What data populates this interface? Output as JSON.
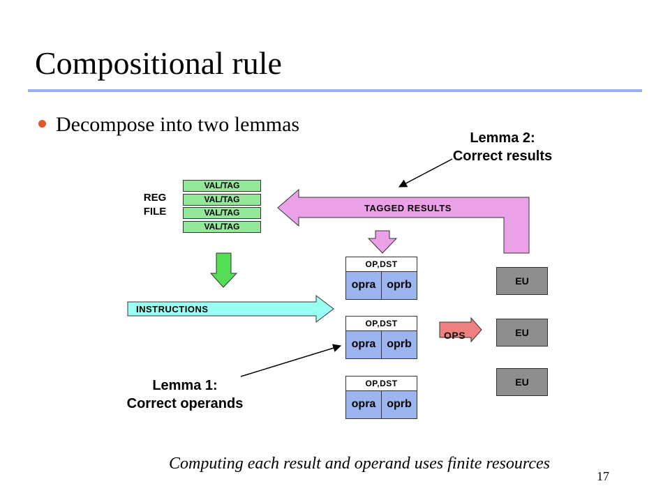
{
  "slide": {
    "title": "Compositional rule",
    "bullet": "Decompose into two lemmas",
    "caption": "Computing each result and operand uses finite resources",
    "page_number": "17"
  },
  "lemma2": {
    "line1": "Lemma 2:",
    "line2": "Correct results"
  },
  "lemma1": {
    "line1": "Lemma 1:",
    "line2": "Correct operands"
  },
  "reg_file": {
    "label_line1": "REG",
    "label_line2": "FILE",
    "entries": [
      "VAL/TAG",
      "VAL/TAG",
      "VAL/TAG",
      "VAL/TAG"
    ]
  },
  "arrows": {
    "tagged_results": "TAGGED RESULTS",
    "instructions": "INSTRUCTIONS",
    "ops": "OPS"
  },
  "stations": [
    {
      "header": "OP,DST",
      "a": "opra",
      "b": "oprb"
    },
    {
      "header": "OP,DST",
      "a": "opra",
      "b": "oprb"
    },
    {
      "header": "OP,DST",
      "a": "opra",
      "b": "oprb"
    }
  ],
  "units": [
    "EU",
    "EU",
    "EU"
  ],
  "colors": {
    "rule": "#99aef0",
    "bullet": "#e0582a",
    "register": "#93e89a",
    "tagged_results_arrow": "#eba1e8",
    "instructions_arrow": "#99fff0",
    "down_arrow_green": "#55dd55",
    "ops_arrow": "#f07f7f",
    "station_fill": "#9db5ee",
    "eu_fill": "#8e8e8e"
  }
}
